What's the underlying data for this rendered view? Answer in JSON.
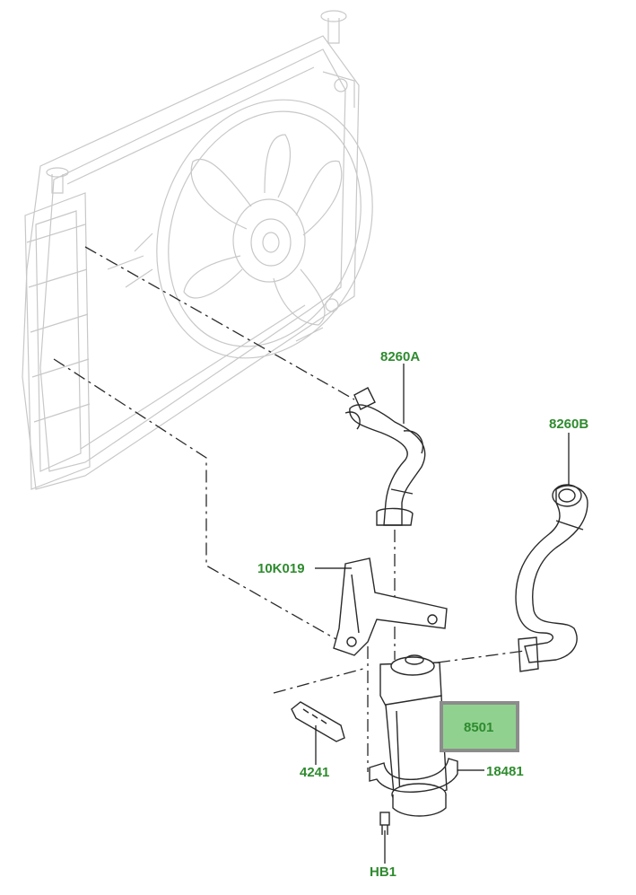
{
  "labels": {
    "hose_upper": "8260A",
    "hose_lower": "8260B",
    "bracket": "10K019",
    "pump": "8501",
    "clip": "4241",
    "clamp": "18481",
    "bolt": "HB1"
  },
  "colors": {
    "label_text": "#2e8b2e",
    "highlight_fill": "#90d190",
    "highlight_border": "#8c8c8c",
    "ghost_lines": "#c8c8c8",
    "part_lines": "#2a2a2a"
  }
}
